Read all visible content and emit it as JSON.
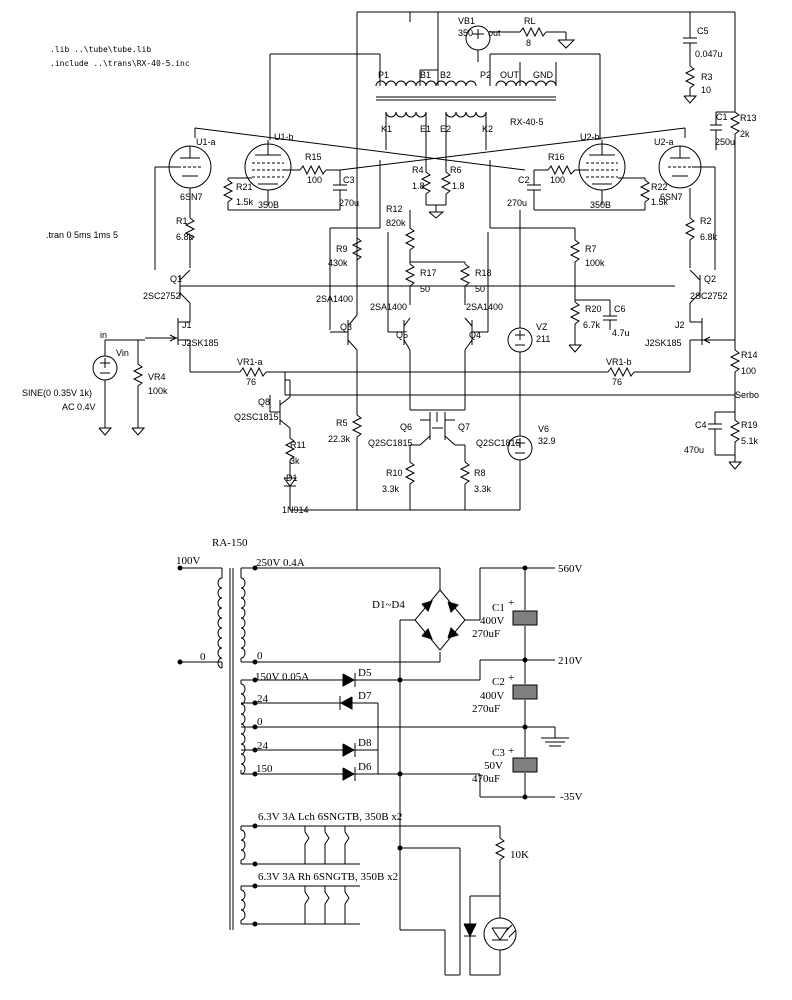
{
  "directives": [
    ".lib ..\\tube\\tube.lib",
    ".include ..\\trans\\RX-40-5.inc"
  ],
  "tran": ".tran 0 5ms 1ms 5",
  "top": {
    "VB1": {
      "name": "VB1",
      "value": "350"
    },
    "out": "out",
    "RL": {
      "name": "RL",
      "value": "8"
    },
    "C5": {
      "name": "C5",
      "value": "0.047u"
    },
    "R3": {
      "name": "R3",
      "value": "10"
    },
    "R13": {
      "name": "R13",
      "value": "2k"
    },
    "C1": {
      "name": "C1",
      "value": "250u"
    },
    "transformer": "RX-40-5",
    "pins": {
      "P1": "P1",
      "B1": "B1",
      "B2": "B2",
      "P2": "P2",
      "OUT": "OUT",
      "GND": "GND",
      "K1": "K1",
      "E1": "E1",
      "E2": "E2",
      "K2": "K2"
    },
    "U1a": {
      "name": "U1-a",
      "type": "6SN7"
    },
    "U1b": {
      "name": "U1-b",
      "type": "350B"
    },
    "U2a": {
      "name": "U2-a",
      "type": "6SN7"
    },
    "U2b": {
      "name": "U2-b",
      "type": "350B"
    },
    "R15": {
      "name": "R15",
      "value": "100"
    },
    "R16": {
      "name": "R16",
      "value": "100"
    },
    "R21": {
      "name": "R21",
      "value": "1.5k"
    },
    "R22": {
      "name": "R22",
      "value": "1.5k"
    },
    "C3": {
      "name": "C3",
      "value": "270u"
    },
    "C2": {
      "name": "C2",
      "value": "270u"
    },
    "R4": {
      "name": "R4",
      "value": "1.8"
    },
    "R6": {
      "name": "R6",
      "value": "1.8"
    },
    "R12": {
      "name": "R12",
      "value": "820k"
    },
    "R1": {
      "name": "R1",
      "value": "6.8k"
    },
    "R2": {
      "name": "R2",
      "value": "6.8k"
    },
    "R9": {
      "name": "R9",
      "value": "430k"
    },
    "R7": {
      "name": "R7",
      "value": "100k"
    },
    "R17": {
      "name": "R17",
      "value": "50"
    },
    "R18": {
      "name": "R18",
      "value": "50"
    },
    "Q1": {
      "name": "Q1",
      "type": "2SC2752"
    },
    "Q2": {
      "name": "Q2",
      "type": "2SC2752"
    },
    "Q3": {
      "name": "Q3",
      "type": "2SA1400"
    },
    "Q4": {
      "name": "Q4",
      "type": "2SA1400"
    },
    "Q5": {
      "name": "Q5",
      "type": "2SA1400"
    },
    "J1": {
      "name": "J1",
      "type": "J2SK185"
    },
    "J2": {
      "name": "J2",
      "type": "J2SK185"
    },
    "R20": {
      "name": "R20",
      "value": "6.7k"
    },
    "C6": {
      "name": "C6",
      "value": "4.7u"
    },
    "VZ": {
      "name": "VZ",
      "value": "211"
    },
    "in": "in",
    "Vin": {
      "name": "Vin",
      "spec": "SINE(0 0.35V 1k)",
      "ac": "AC 0.4V"
    },
    "VR4": {
      "name": "VR4",
      "value": "100k"
    },
    "VR1a": {
      "name": "VR1-a",
      "value": "76"
    },
    "VR1b": {
      "name": "VR1-b",
      "value": "76"
    },
    "R14": {
      "name": "R14",
      "value": "100"
    },
    "Serbo": "Serbo",
    "Q8": {
      "name": "Q8",
      "type": "Q2SC1815"
    },
    "R11": {
      "name": "R11",
      "value": "3k"
    },
    "D1": {
      "name": "D1",
      "type": "1N914"
    },
    "R5": {
      "name": "R5",
      "value": "22.3k"
    },
    "Q6": {
      "name": "Q6",
      "type": "Q2SC1815"
    },
    "Q7": {
      "name": "Q7",
      "type": "Q2SC1815"
    },
    "R10": {
      "name": "R10",
      "value": "3.3k"
    },
    "R8": {
      "name": "R8",
      "value": "3.3k"
    },
    "V6": {
      "name": "V6",
      "value": "32.9"
    },
    "C4": {
      "name": "C4",
      "value": "470u"
    },
    "R19": {
      "name": "R19",
      "value": "5.1k"
    }
  },
  "psu": {
    "transformer": "RA-150",
    "primary": "100V",
    "primary_zero": "0",
    "sec1": "250V 0.4A",
    "sec1_zero": "0",
    "sec2": "150V 0.05A",
    "tap24a": "24",
    "tap0": "0",
    "tap24b": "24",
    "tap150": "150",
    "bridge": "D1~D4",
    "D5": "D5",
    "D6": "D6",
    "D7": "D7",
    "D8": "D8",
    "v560": "560V",
    "v210": "210V",
    "vneg35": "-35V",
    "C1": {
      "name": "C1",
      "v": "400V",
      "c": "270uF"
    },
    "C2": {
      "name": "C2",
      "v": "400V",
      "c": "270uF"
    },
    "C3": {
      "name": "C3",
      "v": "50V",
      "c": "470uF"
    },
    "heater_l": "6.3V 3A Lch 6SNGTB, 350B x2",
    "heater_r": "6.3V 3A Rh 6SNGTB, 350B x2",
    "r10k": "10K"
  }
}
